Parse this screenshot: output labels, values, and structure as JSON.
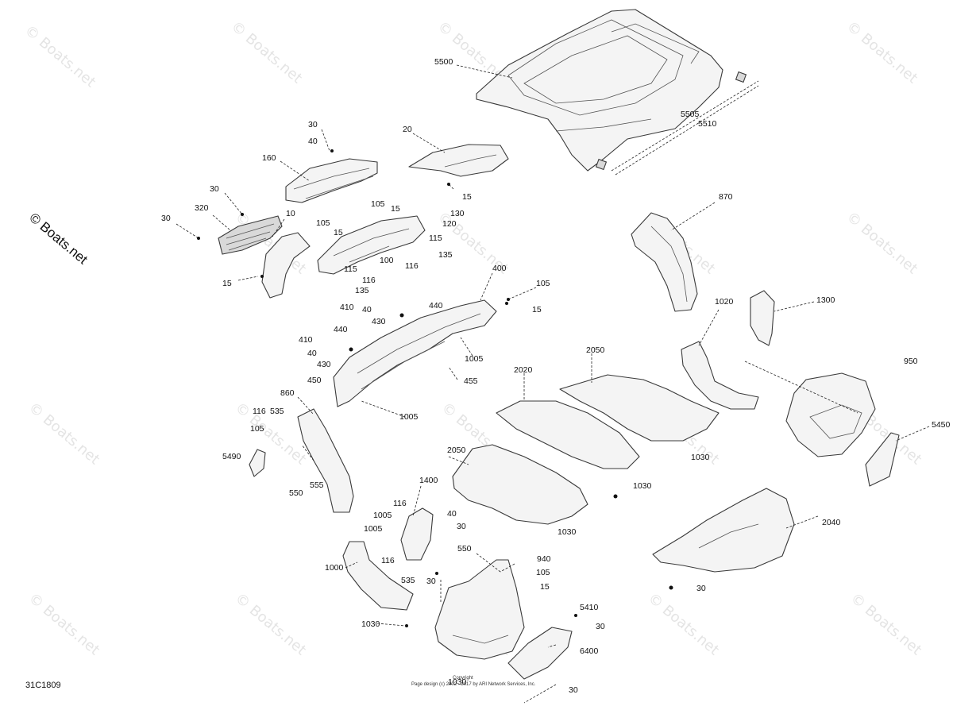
{
  "watermark": {
    "text": "© Boats.net",
    "main_text": "© Boats.net"
  },
  "diagram_code": "31C1809",
  "footer": {
    "copyright_word": "Copyright",
    "credit": "Page design (c) 2002 - 2017 by ARI Network Services, Inc."
  },
  "callouts": {
    "c5500": "5500",
    "c5505": "5505",
    "c5510": "5510",
    "c30a": "30",
    "c40a": "40",
    "c160": "160",
    "c20": "20",
    "c15a": "15",
    "c30b": "30",
    "c320": "320",
    "c30c": "30",
    "c10": "10",
    "c105a": "105",
    "c15b": "15",
    "c105b": "105",
    "c15c": "15",
    "c130": "130",
    "c120": "120",
    "c115a": "115",
    "c135a": "135",
    "c116a": "116",
    "c100": "100",
    "c115b": "115",
    "c116b": "116",
    "c135b": "135",
    "c15d": "15",
    "c870": "870",
    "c400": "400",
    "c105c": "105",
    "c15e": "15",
    "c440a": "440",
    "c410a": "410",
    "c40b": "40",
    "c430a": "430",
    "c440b": "440",
    "c410b": "410",
    "c40c": "40",
    "c430b": "430",
    "c1005a": "1005",
    "c455": "455",
    "c450": "450",
    "c1005b": "1005",
    "c1020": "1020",
    "c1300": "1300",
    "c2050a": "2050",
    "c2020": "2020",
    "c950": "950",
    "c860": "860",
    "c116c": "116",
    "c535a": "535",
    "c105d": "105",
    "c5490": "5490",
    "c550a": "550",
    "c555": "555",
    "c5450": "5450",
    "c1030a": "1030",
    "c2050b": "2050",
    "c1030b": "1030",
    "c1400": "1400",
    "c116d": "116",
    "c1005c": "1005",
    "c1005d": "1005",
    "c40d": "40",
    "c30d": "30",
    "c1030c": "1030",
    "c2040": "2040",
    "c550b": "550",
    "c940": "940",
    "c1000": "1000",
    "c116e": "116",
    "c535b": "535",
    "c105e": "105",
    "c30e": "30",
    "c15f": "15",
    "c30f": "30",
    "c1030d": "1030",
    "c5410": "5410",
    "c30g": "30",
    "c6400": "6400",
    "c1030e": "1030",
    "c30h": "30"
  }
}
